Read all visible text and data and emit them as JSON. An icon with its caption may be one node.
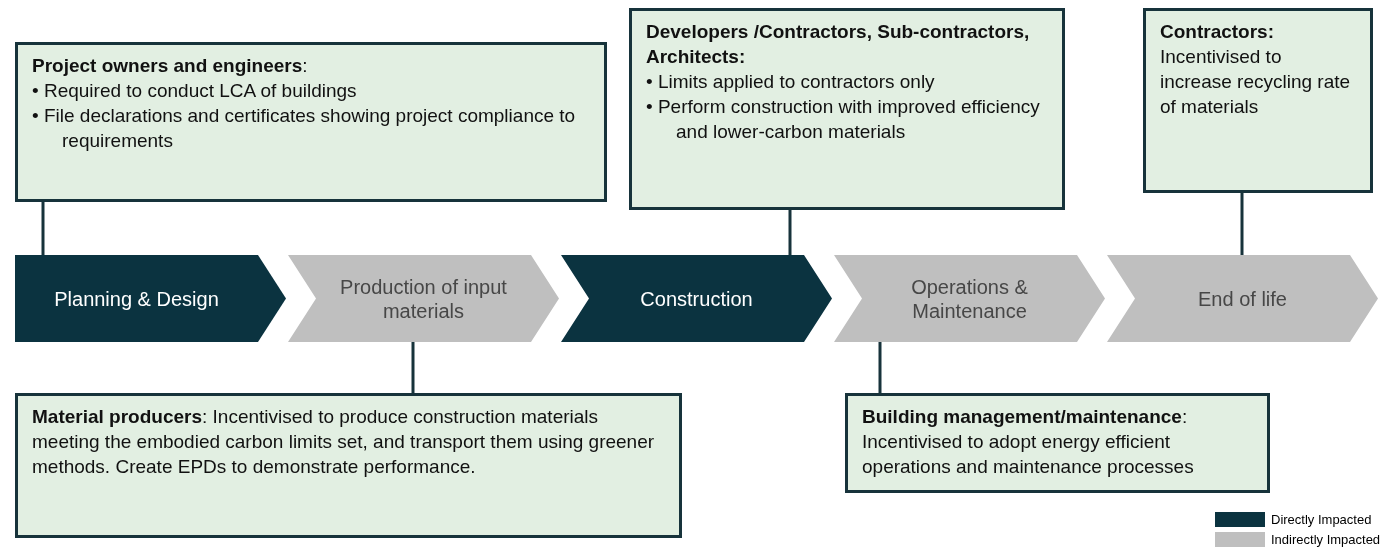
{
  "diagram": {
    "nodes": [
      {
        "text": [
          "**Project owners and engineers**:",
          "• Required to conduct LCA of buildings",
          "• File declarations and certificates showing project compliance to requirements"
        ]
      },
      {
        "text": [
          "Developers /Contractors, Sub-contractors, Architects:",
          "• Limits applied to contractors only",
          "• Perform construction with improved efficiency and lower-carbon materials"
        ]
      },
      {
        "text": [
          "Contractors:",
          "Incentivised to increase recycling rate of materials"
        ]
      },
      {
        "text": [
          "Planning & Design"
        ]
      },
      {
        "text": [
          "Production of input materials"
        ]
      },
      {
        "text": [
          "Construction"
        ]
      },
      {
        "text": [
          "Operations & Maintenance"
        ]
      },
      {
        "text": [
          "End of life"
        ]
      },
      {
        "text": [
          "**Material producers**: Incentivised to produce construction materials meeting the embodied carbon limits set, and transport them using greener methods. Create EPDs to demonstrate performance."
        ]
      },
      {
        "text": [
          "**Building management/maintenance**:",
          "Incentivised to adopt energy efficient operations and maintenance processes"
        ]
      }
    ],
    "edges": [
      {
        "from": 0,
        "to": 3,
        "arrow": "none"
      },
      {
        "from": 1,
        "to": 5,
        "arrow": "none"
      },
      {
        "from": 2,
        "to": 7,
        "arrow": "none"
      },
      {
        "from": 8,
        "to": 4,
        "arrow": "none"
      },
      {
        "from": 9,
        "to": 6,
        "arrow": "none"
      }
    ],
    "legend": [
      {
        "text": "Directly Impacted",
        "color": "#0b3340"
      },
      {
        "text": "Indirectly Impacted",
        "color": "#bfbfbf"
      }
    ]
  }
}
